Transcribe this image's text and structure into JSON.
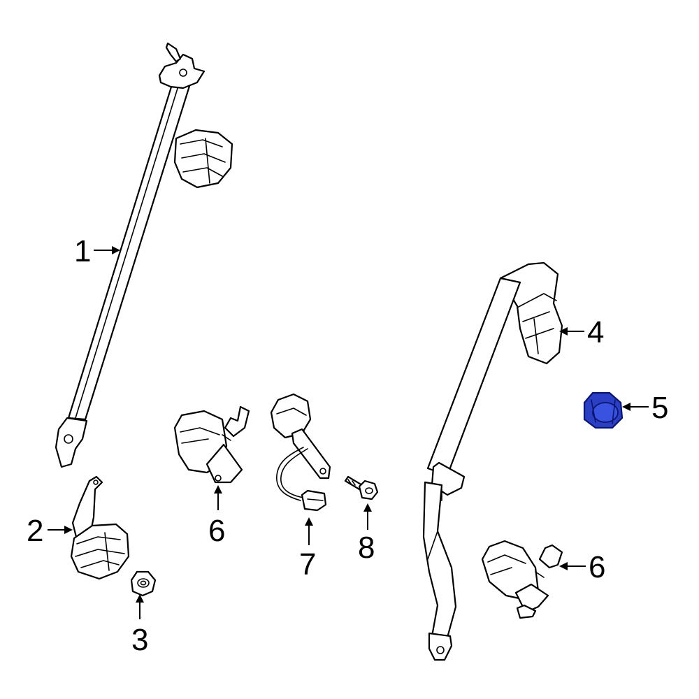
{
  "diagram": {
    "callouts": [
      {
        "id": "1",
        "label": "1"
      },
      {
        "id": "2",
        "label": "2"
      },
      {
        "id": "3",
        "label": "3"
      },
      {
        "id": "4",
        "label": "4"
      },
      {
        "id": "5",
        "label": "5"
      },
      {
        "id": "6a",
        "label": "6"
      },
      {
        "id": "6b",
        "label": "6"
      },
      {
        "id": "7",
        "label": "7"
      },
      {
        "id": "8",
        "label": "8"
      }
    ],
    "colors": {
      "line": "#000000",
      "background": "#ffffff",
      "highlight": "#2b3fc4"
    },
    "highlighted_part": "5"
  }
}
